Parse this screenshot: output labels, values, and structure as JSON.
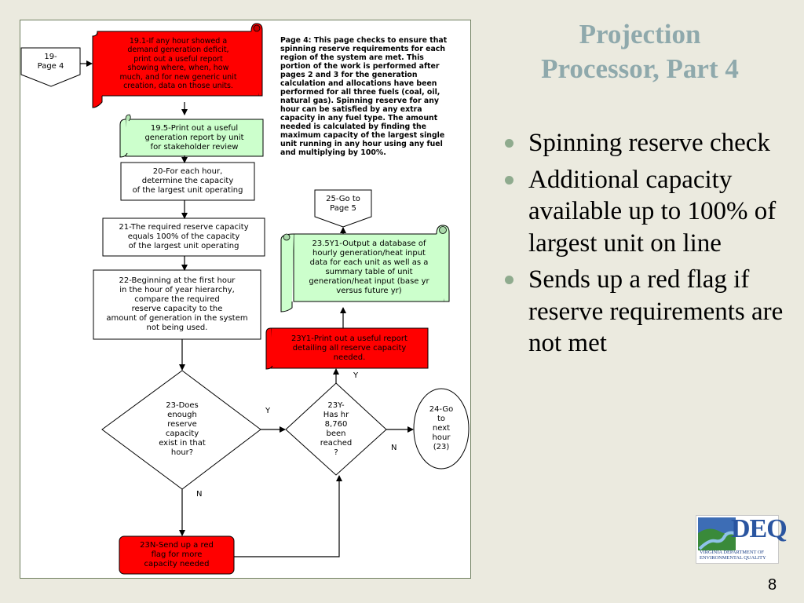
{
  "slide": {
    "title": "Projection\nProcessor, Part 4",
    "bullets": [
      "Spinning reserve check",
      "Additional capacity available up to 100% of largest unit on line",
      "Sends up a red flag if reserve requirements are not met"
    ],
    "page_number": "8"
  },
  "logo": {
    "text": "DEQ",
    "subtitle": "VIRGINIA DEPARTMENT OF\nENVIRONMENTAL QUALITY"
  },
  "flowchart": {
    "note": "Page 4:  This page checks to ensure that spinning reserve requirements for each region of the system are met.  This portion of the work is performed after pages 2 and 3 for the generation calculation and allocations have been performed for all three fuels (coal, oil, natural gas).  Spinning reserve for any hour can be satisfied by any extra capacity in any fuel type. The amount needed is calculated by finding the maximum capacity of the largest single unit running in any hour using any fuel and multiplying by 100%.",
    "nodes": {
      "n19": "19-\nPage 4",
      "n19_1": "19.1-If any hour showed a\ndemand generation deficit,\nprint out a useful report\nshowing where, when, how\nmuch, and for new generic unit\ncreation, data on those units.",
      "n19_5": "19.5-Print out a useful\ngeneration report by unit\nfor stakeholder review",
      "n20": "20-For each hour,\ndetermine the capacity\nof the largest unit operating",
      "n21": "21-The required reserve capacity\nequals 100% of the capacity\nof the largest unit operating",
      "n22": "22-Beginning at the first hour\nin the hour of year hierarchy,\ncompare the required\nreserve capacity to the\namount of generation in the system\nnot being used.",
      "n23": "23-Does\nenough\nreserve\ncapacity\nexist in that\nhour?",
      "n23Y": "23Y-\nHas hr\n8,760\nbeen\nreached\n?",
      "n24": "24-Go\nto\nnext\nhour\n(23)",
      "n23N": "23N-Send up a red\nflag for more\ncapacity needed",
      "n23Y1": "23Y1-Print out a useful report\ndetailing all reserve capacity\nneeded.",
      "n23_5Y1": "23.5Y1-Output a database of\nhourly generation/heat input\ndata for each unit as well as a\nsummary table of unit\ngeneration/heat input (base yr\nversus future yr)",
      "n25": "25-Go to\nPage 5"
    },
    "labels": {
      "y_23": "Y",
      "n_23": "N",
      "y_23Y": "Y",
      "n_23Y": "N"
    }
  },
  "colors": {
    "background": "#ebeadf",
    "title": "#8fa9ac",
    "bullet_dot": "#8fab8e",
    "red_shape": "#ff0000",
    "green_shape": "#ccffcc"
  }
}
